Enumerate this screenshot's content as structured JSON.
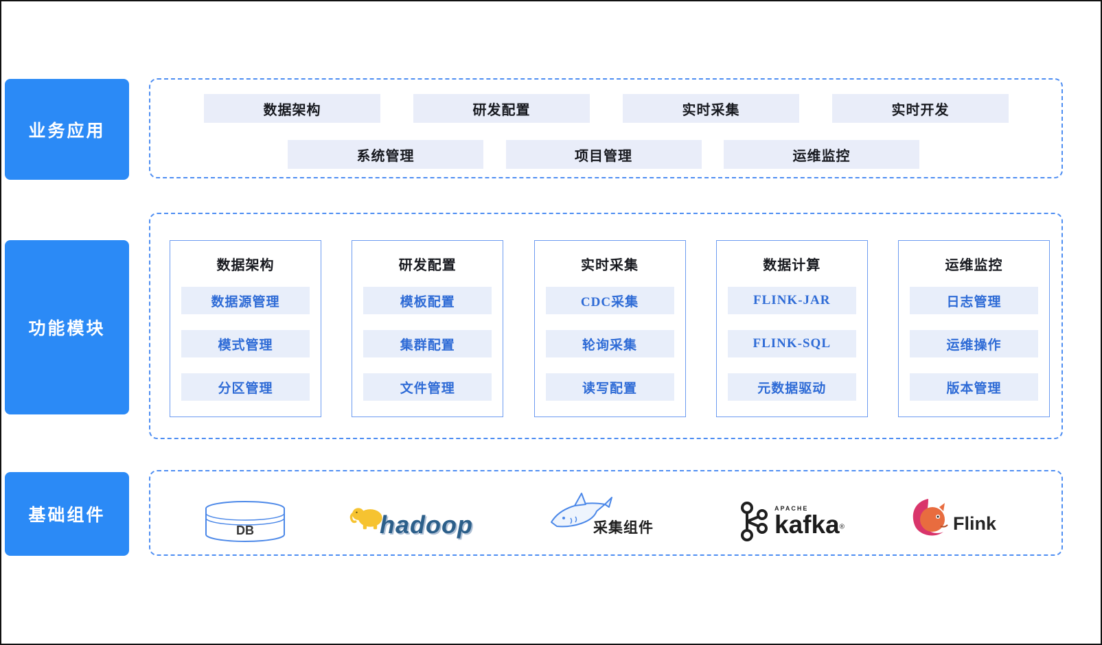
{
  "layers": {
    "business": "业务应用",
    "modules": "功能模块",
    "components": "基础组件"
  },
  "business_apps": {
    "row1": [
      "数据架构",
      "研发配置",
      "实时采集",
      "实时开发"
    ],
    "row2": [
      "系统管理",
      "项目管理",
      "运维监控"
    ]
  },
  "module_columns": [
    {
      "title": "数据架构",
      "items": [
        "数据源管理",
        "模式管理",
        "分区管理"
      ]
    },
    {
      "title": "研发配置",
      "items": [
        "模板配置",
        "集群配置",
        "文件管理"
      ]
    },
    {
      "title": "实时采集",
      "items": [
        "CDC采集",
        "轮询采集",
        "读写配置"
      ]
    },
    {
      "title": "数据计算",
      "items": [
        "FLINK-JAR",
        "FLINK-SQL",
        "元数据驱动"
      ]
    },
    {
      "title": "运维监控",
      "items": [
        "日志管理",
        "运维操作",
        "版本管理"
      ]
    }
  ],
  "base_components": {
    "db": "DB",
    "hadoop": "hadoop",
    "collector": "采集组件",
    "kafka_apache": "APACHE",
    "kafka": "kafka",
    "kafka_reg": "®",
    "flink": "Flink"
  },
  "colors": {
    "layer_label_bg": "#2b8af6",
    "dashed_border": "#4d8df2",
    "pill_bg": "#e9edf9",
    "module_item_bg": "#e8eefa",
    "blue_text": "#2e6bd6",
    "dark_text": "#17191f"
  }
}
